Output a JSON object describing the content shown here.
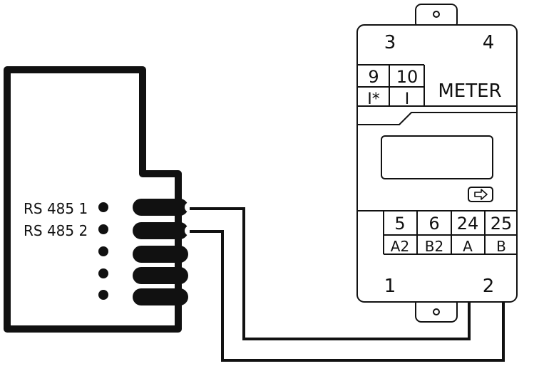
{
  "device": {
    "labels": {
      "rs485_1": "RS 485 1",
      "rs485_2": "RS 485 2"
    }
  },
  "meter": {
    "title": "METER",
    "corners": {
      "top_left": "3",
      "top_right": "4",
      "bottom_left": "1",
      "bottom_right": "2"
    },
    "top_terminals": [
      {
        "number": "9",
        "label": "I*"
      },
      {
        "number": "10",
        "label": "I"
      }
    ],
    "bottom_terminals": [
      {
        "number": "5",
        "label": "A2"
      },
      {
        "number": "6",
        "label": "B2"
      },
      {
        "number": "24",
        "label": "A"
      },
      {
        "number": "25",
        "label": "B"
      }
    ],
    "button_icon": "arrow-right-icon"
  },
  "colors": {
    "line": "#111111",
    "background": "#ffffff"
  }
}
